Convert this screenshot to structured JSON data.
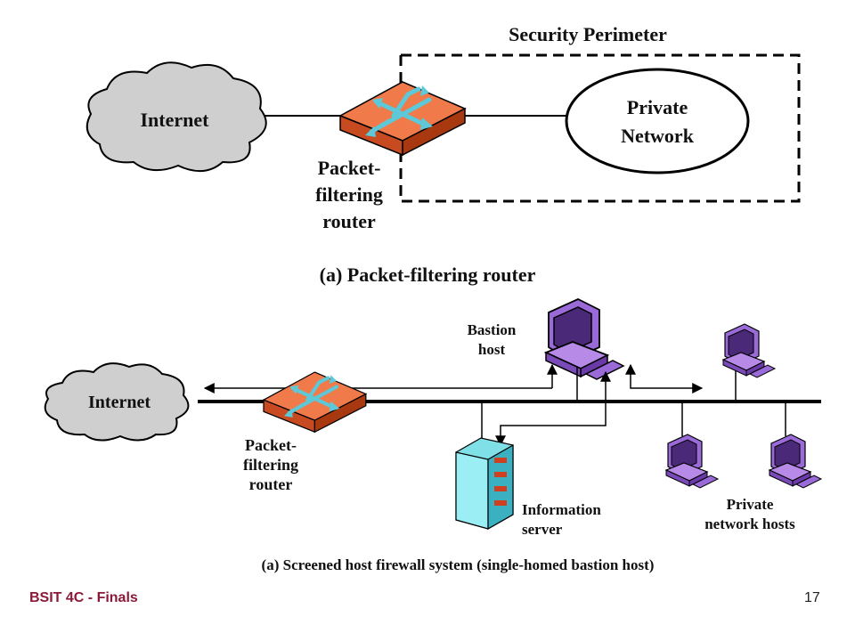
{
  "diagram_a": {
    "security_perimeter": "Security Perimeter",
    "internet": "Internet",
    "private_network": [
      "Private",
      "Network"
    ],
    "router_label": [
      "Packet-",
      "filtering",
      "router"
    ],
    "caption": "(a) Packet-filtering router"
  },
  "diagram_b": {
    "internet": "Internet",
    "router_label": [
      "Packet-",
      "filtering",
      "router"
    ],
    "bastion_label": [
      "Bastion",
      "host"
    ],
    "info_server_label": [
      "Information",
      "server"
    ],
    "private_hosts_label": [
      "Private",
      "network hosts"
    ],
    "caption": "(a) Screened host firewall system (single-homed bastion host)"
  },
  "footer": {
    "course": "BSIT 4C - Finals",
    "page_number": "17"
  },
  "colors": {
    "footer_text": "#8b1a3a",
    "router": "#f07a4a",
    "router_arrows": "#5cc8d8",
    "computer": "#9a6ad8",
    "server": "#7fe0e8",
    "cloud": "#cfcfcf"
  }
}
